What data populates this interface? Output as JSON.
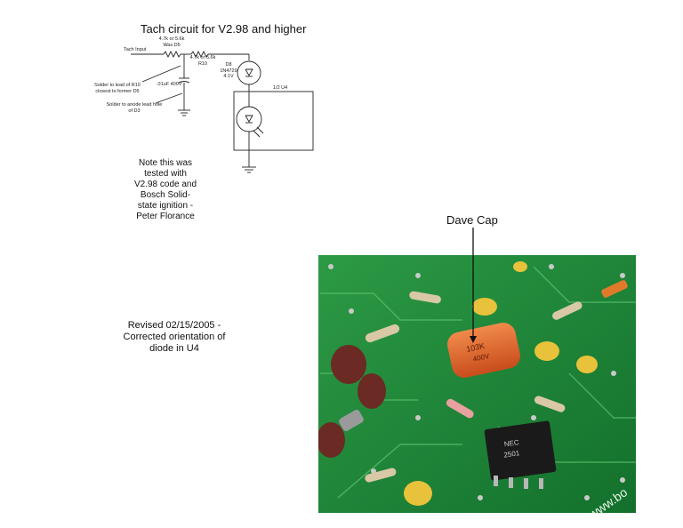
{
  "diagram": {
    "title": "Tach circuit for V2.98 and higher",
    "labels": {
      "r_top": [
        "4.7k or 5.6k",
        "Was D5"
      ],
      "tach_input": "Tach Input",
      "r10": [
        "4.7k or 5.6k",
        "R10"
      ],
      "d8": [
        "D8",
        "1N4729",
        "4.1V"
      ],
      "solder_r10": [
        "Solder to lead of R10",
        "closest to former D5"
      ],
      "cap": ".01uF 400V",
      "solder_d3": [
        "Solder to anode lead hole",
        "of D3"
      ],
      "u4": "1/2 U4"
    },
    "note": [
      "Note this was",
      "tested with",
      "V2.98 code and",
      "Bosch Solid-",
      "state ignition -",
      "Peter Florance"
    ],
    "revised": [
      "Revised 02/15/2005 -",
      "Corrected orientation of",
      "diode in U4"
    ]
  },
  "photo": {
    "callout": "Dave Cap",
    "cap_marking": [
      "103K",
      "400V"
    ],
    "chip_marking": [
      "NEC",
      "2501"
    ],
    "silk_text": "www.bo",
    "colors": {
      "board": "#1f8a3a",
      "cap": "#e0662a",
      "chip": "#1a1a1a"
    }
  }
}
